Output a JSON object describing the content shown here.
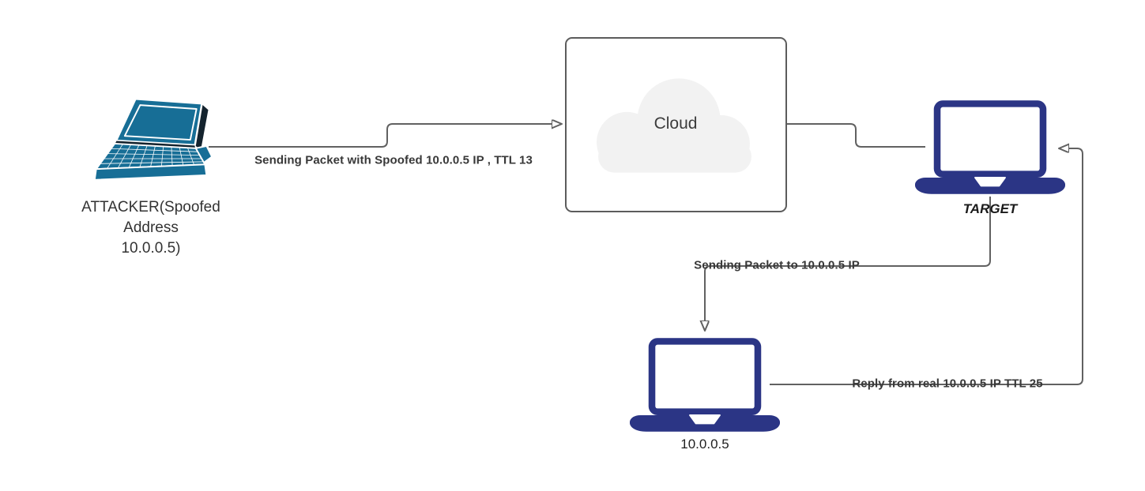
{
  "diagram": {
    "type": "network-flow-diagram",
    "topic": "IP spoofing / TTL comparison"
  },
  "colors": {
    "connector": "#616161",
    "edge_label_text": "#383838",
    "node_label_text": "#1f1f1f",
    "laptop_navy": "#2b3585",
    "laptop_teal": "#176e96",
    "laptop_edge_dark": "#14232e",
    "cloud_fill": "#f2f2f2",
    "box_border": "#5c5c5c",
    "background": "#ffffff"
  },
  "nodes": {
    "attacker": {
      "label": "ATTACKER(Spoofed\nAddress\n10.0.0.5)",
      "icon": "laptop-perspective-icon"
    },
    "cloud": {
      "label": "Cloud",
      "icon": "cloud-icon"
    },
    "target": {
      "label": "TARGET",
      "icon": "laptop-front-icon"
    },
    "real_host": {
      "label": "10.0.0.5",
      "icon": "laptop-front-icon"
    }
  },
  "edges": {
    "attacker_to_cloud": {
      "label": "Sending Packet with Spoofed 10.0.0.5 IP , TTL 13"
    },
    "cloud_to_target": {
      "label": ""
    },
    "target_to_real_host": {
      "label": "Sending Packet to 10.0.0.5 IP"
    },
    "real_host_to_target": {
      "label": "Reply from real 10.0.0.5 IP TTL 25"
    }
  }
}
